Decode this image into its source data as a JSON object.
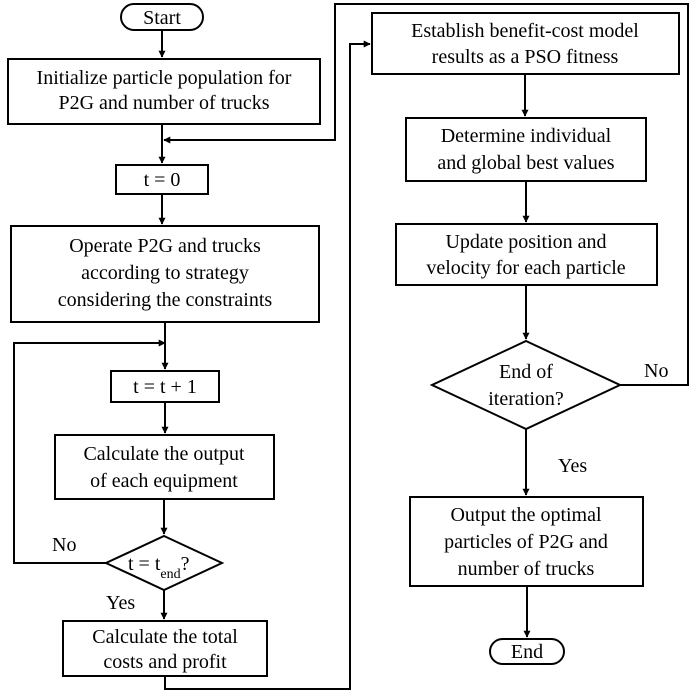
{
  "nodes": {
    "start": "Start",
    "init_1": "Initialize particle population for",
    "init_2": "P2G and number of trucks",
    "t0": "t = 0",
    "operate_1": "Operate P2G and trucks",
    "operate_2": "according to strategy",
    "operate_3": "considering the constraints",
    "tinc": "t = t + 1",
    "calc_out_1": "Calculate the output",
    "calc_out_2": "of each equipment",
    "decision_t_prefix": "t = t",
    "decision_t_sub": "end",
    "decision_t_suffix": "?",
    "calc_total_1": "Calculate the total",
    "calc_total_2": "costs and profit",
    "establish_1": "Establish benefit-cost model",
    "establish_2": "results as a PSO fitness",
    "determine_1": "Determine individual",
    "determine_2": "and global best values",
    "update_1": "Update position and",
    "update_2": "velocity for each particle",
    "end_iter_1": "End of",
    "end_iter_2": "iteration?",
    "output_1": "Output the optimal",
    "output_2": "particles of P2G and",
    "output_3": "number of trucks",
    "end": "End"
  },
  "labels": {
    "no_left": "No",
    "yes_left": "Yes",
    "no_right": "No",
    "yes_right": "Yes"
  }
}
